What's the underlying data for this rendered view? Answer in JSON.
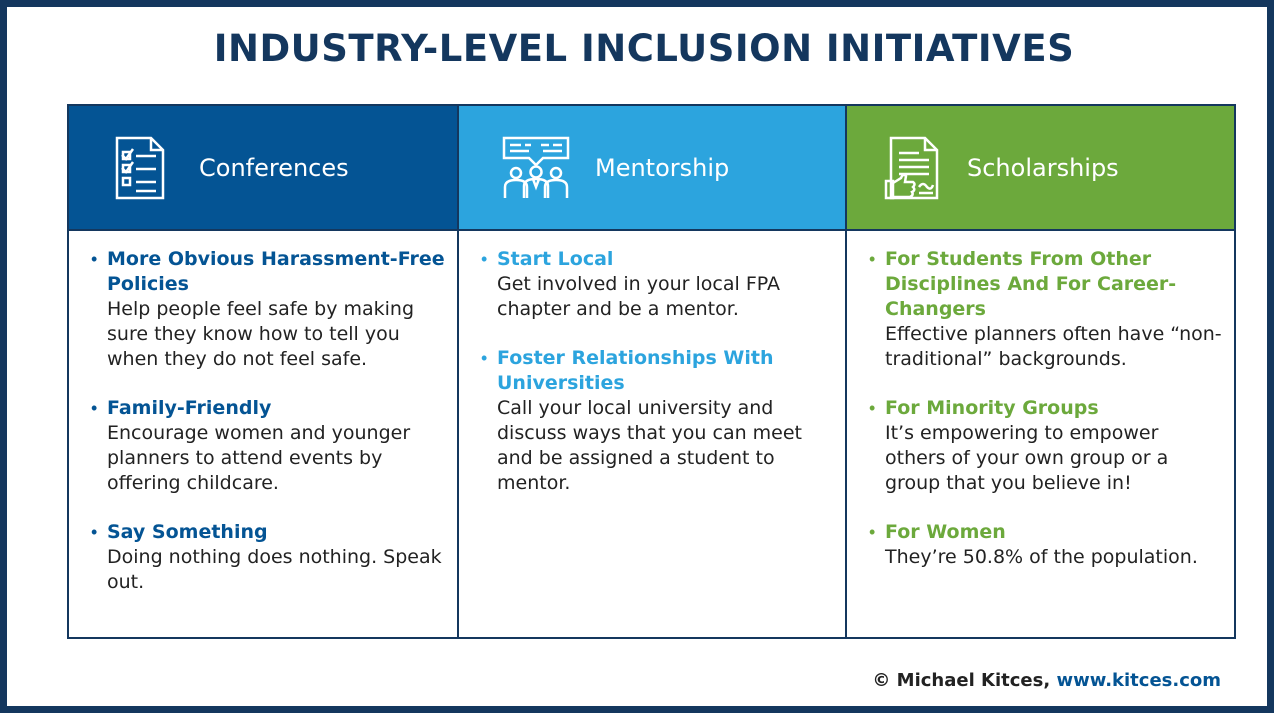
{
  "title": "INDUSTRY-LEVEL INCLUSION INITIATIVES",
  "colors": {
    "frame": "#14375e",
    "conferences": "#045494",
    "mentorship": "#2ca4de",
    "scholarships": "#6ca93c"
  },
  "columns": [
    {
      "heading": "Conferences",
      "icon": "checklist-icon",
      "items": [
        {
          "title": "More Obvious Harassment-Free Policies",
          "text": "Help people feel safe by making sure they know how to tell you when they do not feel safe."
        },
        {
          "title": "Family-Friendly",
          "text": "Encourage women and younger planners to attend events by offering childcare."
        },
        {
          "title": "Say Something",
          "text": "Doing nothing does nothing. Speak out."
        }
      ]
    },
    {
      "heading": "Mentorship",
      "icon": "group-discussion-icon",
      "items": [
        {
          "title": "Start Local",
          "text": "Get involved in your local FPA chapter and be a mentor."
        },
        {
          "title": "Foster Relationships With Universities",
          "text": "Call your local university and discuss ways that you can meet and be assigned a student to mentor."
        }
      ]
    },
    {
      "heading": "Scholarships",
      "icon": "certificate-icon",
      "items": [
        {
          "title": "For Students From Other Disciplines And For Career-Changers",
          "text": "Effective planners often have “non-traditional” backgrounds."
        },
        {
          "title": "For Minority Groups",
          "text": "It’s empowering to empower others of your own group or a group that you believe in!"
        },
        {
          "title": "For Women",
          "text": "They’re 50.8% of the population."
        }
      ]
    }
  ],
  "footer": {
    "copyright": "© Michael Kitces,",
    "url": "www.kitces.com"
  }
}
